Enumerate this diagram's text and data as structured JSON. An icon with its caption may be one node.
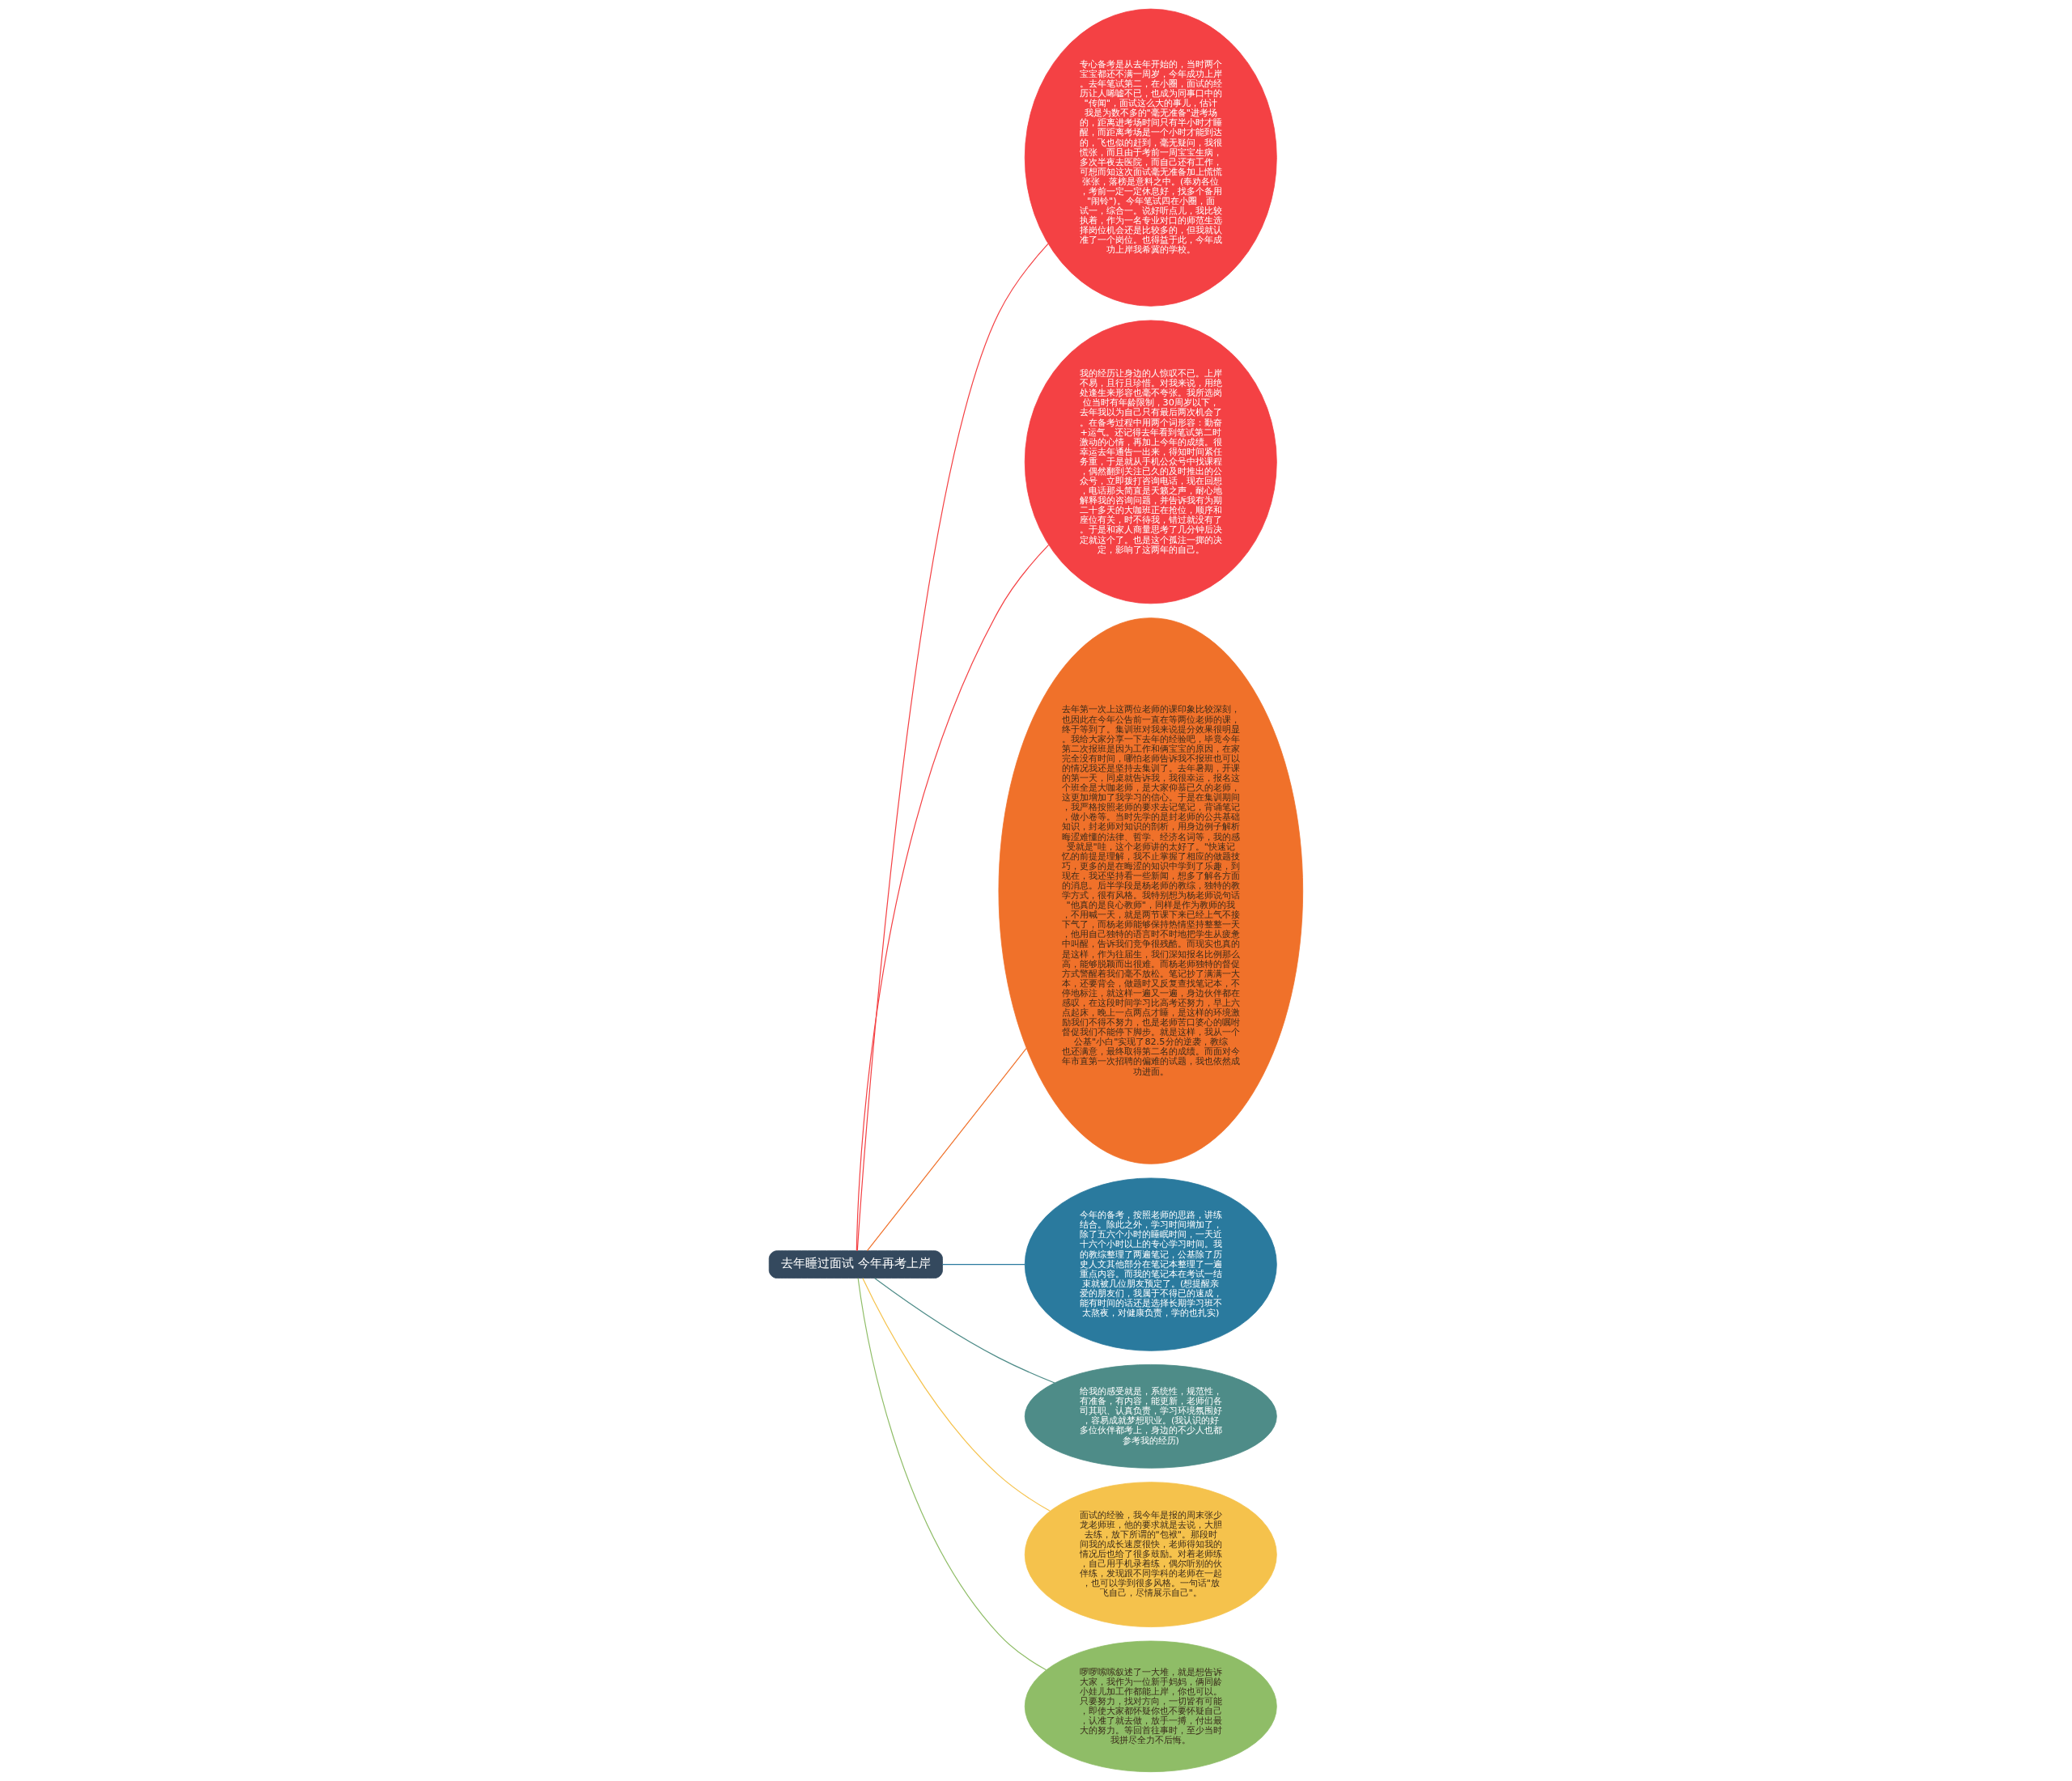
{
  "diagram": {
    "nodes": [
      {
        "text": [
          "去年睡过面试 今年再考上岸"
        ]
      },
      {
        "text": [
          "专心备考是从去年开始的，当时两个宝宝都还不满一周岁，今年成功上岸。去年笔试第二，在小圈，面试的经历让人唏嘘不已，也成为同事口中的\"传闻\"，面试这么大的事儿，估计我是为数不多的\"毫无准备\"进考场的，距离进考场时间只有半小时才睡醒，而距离考场是一个小时才能到达的，飞也似的赶到，毫无疑问，我很慌张，而且由于考前一周宝宝生病，多次半夜去医院，而自己还有工作，可想而知这次面试毫无准备加上慌慌张张，落榜是意料之中。(奉劝各位，考前一定一定休息好，找多个备用\"闹铃\")。今年笔试四在小圈，面试一，综合一。说好听点儿，我比较执着，作为一名专业对口的师范生选择岗位机会还是比较多的，但我就认准了一个岗位。也得益于此，今年成功上岸我希冀的学校。"
        ]
      },
      {
        "text": [
          "我的经历让身边的人惊叹不已。上岸不易，且行且珍惜。对我来说，用绝处逢生来形容也毫不夸张。我所选岗位当时有年龄限制，30周岁以下，去年我以为自己只有最后两次机会了。在备考过程中用两个词形容：勤奋+运气。还记得去年看到笔试第二时激动的心情，再加上今年的成绩。很幸运去年通告一出来，得知时间紧任务重，于是就从手机公众号中找课程，偶然翻到关注已久的及时推出的公众号，立即拨打咨询电话，现在回想，电话那头简直是天籁之声，耐心地解释我的咨询问题，并告诉我有为期二十多天的大咖班正在抢位，顺序和座位有关，时不待我，错过就没有了。于是和家人商量思考了几分钟后决定就这个了。也是这个孤注一掷的决定，影响了这两年的自己。"
        ]
      },
      {
        "text": [
          "去年第一次上这两位老师的课印象比较深刻，也因此在今年公告前一直在等两位老师的课，终于等到了。集训班对我来说提分效果很明显。我给大家分享一下去年的经验吧，毕竟今年第二次报班是因为工作和俩宝宝的原因，在家完全没有时间，哪怕老师告诉我不报班也可以的情况我还是坚持去集训了。去年暑期，开课的第一天，同桌就告诉我，我很幸运，报名这个班全是大咖老师，是大家仰慕已久的老师，这更加增加了我学习的信心。于是在集训期间，我严格按照老师的要求去记笔记，背诵笔记，做小卷等。当时先学的是封老师的公共基础知识，封老师对知识的剖析，用身边例子解析晦涩难懂的法律、哲学、经济名词等，我的感受就是\"哇，这个老师讲的太好了。\"快速记忆的前提是理解，我不止掌握了相应的做题技巧，更多的是在晦涩的知识中学到了乐趣，到现在，我还坚持看一些新闻，想多了解各方面的消息。后半学段是杨老师的教综，独特的教学方式，很有风格。我特别想为杨老师说句话\"他真的是良心教师\"，同样是作为教师的我，不用喊一天，就是两节课下来已经上气不接下气了，而杨老师能够保持热情坚持整整一天，他用自己独特的语言时不时地把学生从疲惫中叫醒，告诉我们竞争很残酷。而现实也真的是这样，作为往届生，我们深知报名比例那么高，能够脱颖而出很难。而杨老师独特的督促方式警醒着我们毫不放松。笔记抄了满满一大本，还要背会，做题时又反复查找笔记本，不停地标注，就这样一遍又一遍，身边伙伴都在感叹，在这段时间学习比高考还努力，早上六点起床，晚上一点两点才睡，是这样的环境激励我们不得不努力，也是老师苦口婆心的嘱咐督促我们不能停下脚步。就是这样，我从一个公基\"小白\"实现了82.5分的逆袭，教综也还满意，最终取得第二名的成绩。而面对今年市直第一次招聘的偏难的试题，我也依然成功进面。"
        ]
      },
      {
        "text": [
          "今年的备考，按照老师的思路，讲练结合。除此之外，学习时间增加了，除了五六个小时的睡眠时间，一天近十六个小时以上的专心学习时间。我的教综整理了两遍笔记，公基除了历史人文其他部分在笔记本整理了一遍重点内容。而我的笔记本在考试一结束就被几位朋友预定了。(想提醒亲爱的朋友们，我属于不得已的速成，能有时间的话还是选择长期学习班不太熬夜，对健康负责，学的也扎实)"
        ]
      },
      {
        "text": [
          "给我的感受就是，系统性，规范性，有准备，有内容，能更新，老师们各司其职、认真负责，学习环境氛围好，容易成就梦想职业。(我认识的好多位伙伴都考上，身边的不少人也都参考我的经历)"
        ]
      },
      {
        "text": [
          "面试的经验，我今年是报的周末张少龙老师班，他的要求就是去说，大胆去练，放下所谓的\"包袱\"。那段时间我的成长速度很快，老师得知我的情况后也给了很多鼓励。对着老师练，自己用手机录着练，偶尔听别的伙伴练，发现跟不同学科的老师在一起，也可以学到很多风格。一句话\"放飞自己，尽情展示自己\"。"
        ]
      },
      {
        "text": [
          "啰啰嗦嗦叙述了一大堆，就是想告诉大家，我作为一位新手妈妈，俩同龄小娃儿加工作都能上岸，你也可以。只要努力，找对方向，一切皆有可能，即使大家都怀疑你也不要怀疑自己，认准了就去做，放手一搏，付出最大的努力。等回首往事时，至少当时我拼尽全力不后悔。"
        ]
      }
    ],
    "edges": [
      {
        "from": 0,
        "to": 1,
        "arrow": "none",
        "color": "#f44144"
      },
      {
        "from": 0,
        "to": 2,
        "arrow": "none",
        "color": "#f44144"
      },
      {
        "from": 0,
        "to": 3,
        "arrow": "none",
        "color": "#f0712a"
      },
      {
        "from": 0,
        "to": 4,
        "arrow": "none",
        "color": "#2a7a9e"
      },
      {
        "from": 0,
        "to": 5,
        "arrow": "none",
        "color": "#4e8c88"
      },
      {
        "from": 0,
        "to": 6,
        "arrow": "none",
        "color": "#f5c24c"
      },
      {
        "from": 0,
        "to": 7,
        "arrow": "none",
        "color": "#8fbd67"
      }
    ]
  }
}
